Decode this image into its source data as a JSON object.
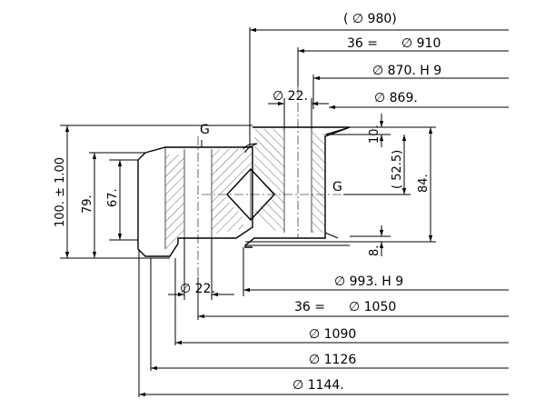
{
  "section_label": "G",
  "dimensions": {
    "d980": "( ∅ 980)",
    "d910_prefix": "36 =",
    "d910": "∅ 910",
    "d870": "∅ 870. H 9",
    "d22_top": "∅ 22.",
    "d869": "∅ 869.",
    "d993": "∅ 993. H 9",
    "d22_bottom": "∅ 22.",
    "d1050_prefix": "36 =",
    "d1050": "∅ 1050",
    "d1090": "∅ 1090",
    "d1126": "∅ 1126",
    "d1144": "∅ 1144.",
    "h100": "100. ± 1.00",
    "h79": "79.",
    "h67": "67.",
    "v10": "10.",
    "v52_5": "( 52.5)",
    "v84": "84.",
    "v8": "8."
  }
}
